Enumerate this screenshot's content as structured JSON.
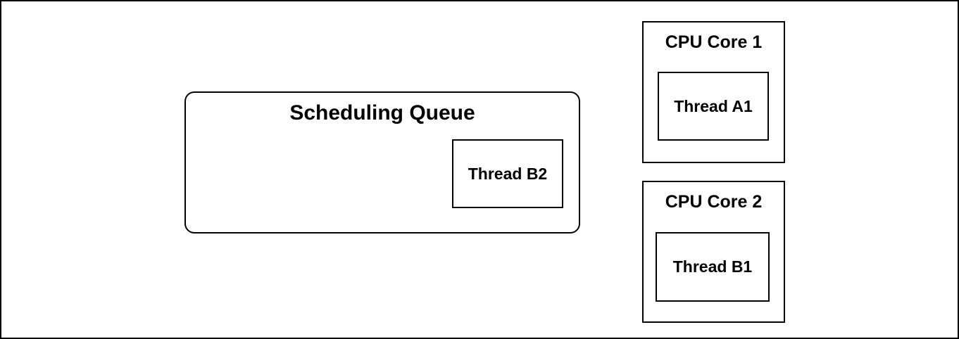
{
  "diagram": {
    "queue": {
      "title": "Scheduling Queue",
      "threads": [
        "Thread B2"
      ]
    },
    "cores": [
      {
        "title": "CPU Core 1",
        "thread": "Thread A1"
      },
      {
        "title": "CPU Core 2",
        "thread": "Thread B1"
      }
    ],
    "colors": {
      "stroke": "#000000",
      "fill": "#ffffff",
      "text": "#000000"
    }
  }
}
